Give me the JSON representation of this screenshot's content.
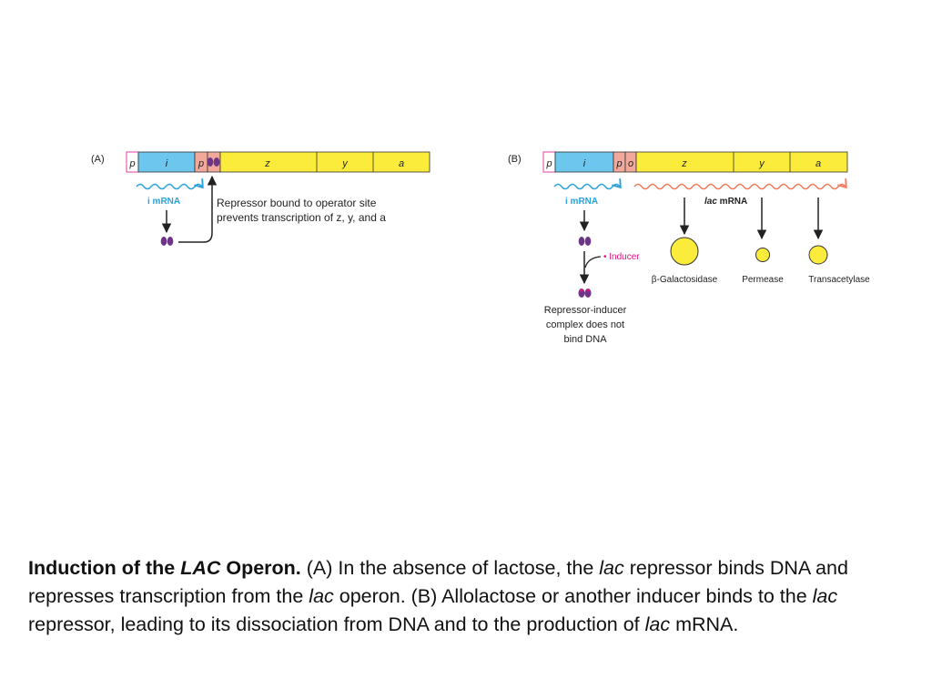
{
  "colors": {
    "promoter_pink": "#ea3d9c",
    "i_gene_blue": "#6cc6ee",
    "operator_salmon": "#f2a99b",
    "structural_yellow": "#fbec3c",
    "repressor_purple": "#6d3488",
    "mrna_blue": "#2aa3dc",
    "mrna_orange": "#f47b5c",
    "inducer_magenta": "#e2137e",
    "arrow_dark": "#222222"
  },
  "panel_a": {
    "label": "(A)",
    "genes": {
      "p1": "p",
      "i": "i",
      "p2": "p",
      "z": "z",
      "y": "y",
      "a": "a"
    },
    "i_mrna": "i mRNA",
    "note_line1": "Repressor bound to operator site",
    "note_line2": "prevents transcription of z, y, and a"
  },
  "panel_b": {
    "label": "(B)",
    "genes": {
      "p1": "p",
      "i": "i",
      "p2": "p",
      "o": "o",
      "z": "z",
      "y": "y",
      "a": "a"
    },
    "i_mrna": "i mRNA",
    "lac_mrna_italic": "lac",
    "lac_mrna_rest": " mRNA",
    "inducer": "• Inducer",
    "complex_line1": "Repressor-inducer",
    "complex_line2": "complex does not",
    "complex_line3": "bind DNA",
    "protein_1": "β-Galactosidase",
    "protein_2": "Permease",
    "protein_3": "Transacetylase"
  },
  "caption": {
    "title_1": "Induction of the ",
    "title_italic": "LAC",
    "title_2": " Operon.",
    "t1": " (A) In the absence of lactose, the ",
    "i1": "lac",
    "t2": " repressor binds DNA and represses transcription from the ",
    "i2": "lac",
    "t3": " operon. (B) Allolactose or another inducer binds to the ",
    "i3": "lac",
    "t4": " repressor, leading to its dissociation from DNA and to the production of ",
    "i4": "lac",
    "t5": " mRNA."
  }
}
